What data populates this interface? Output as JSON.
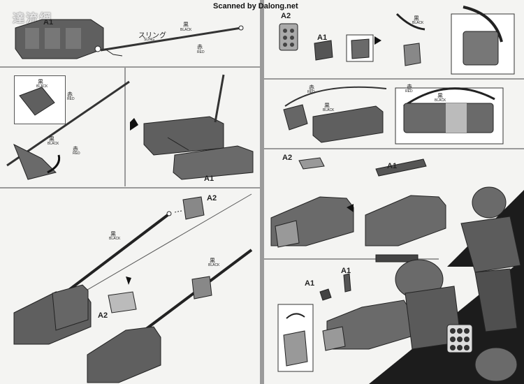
{
  "header": {
    "credit": "Scanned by Dalong.net",
    "watermark": "達流網"
  },
  "labels": {
    "sling_jp": "スリング",
    "sling_en": "SLING",
    "black_jp": "黒",
    "black_en": "BLACK",
    "red_jp": "赤",
    "red_en": "RED"
  },
  "parts": {
    "a12": "A1",
    "a14": "A1",
    "a22": "A2",
    "a17": "A2",
    "a21": "A2",
    "a10": "A1",
    "a18": "A2",
    "a19": "A1",
    "a15": "A1",
    "a16": "A1"
  }
}
